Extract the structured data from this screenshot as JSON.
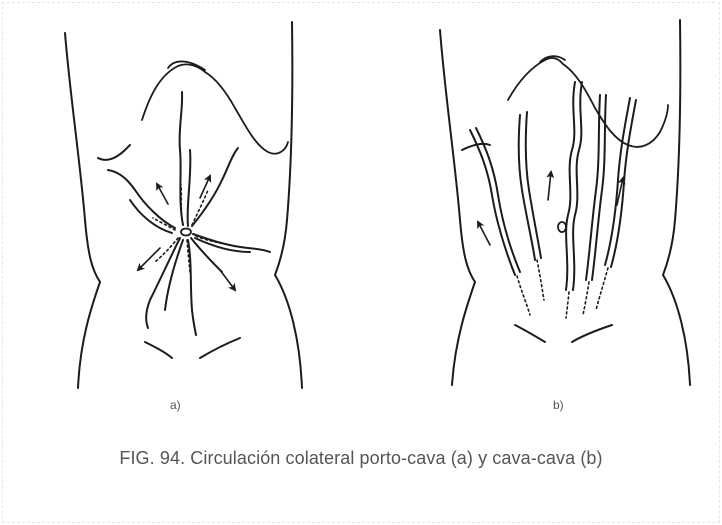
{
  "figure": {
    "panel_a_label": "a)",
    "panel_b_label": "b)",
    "caption_prefix": "FIG. 94.",
    "caption_text": "Circulación colateral porto-cava (a) y cava-cava (b)"
  },
  "colors": {
    "ink": "#1c1c1c",
    "caption": "#555555"
  }
}
